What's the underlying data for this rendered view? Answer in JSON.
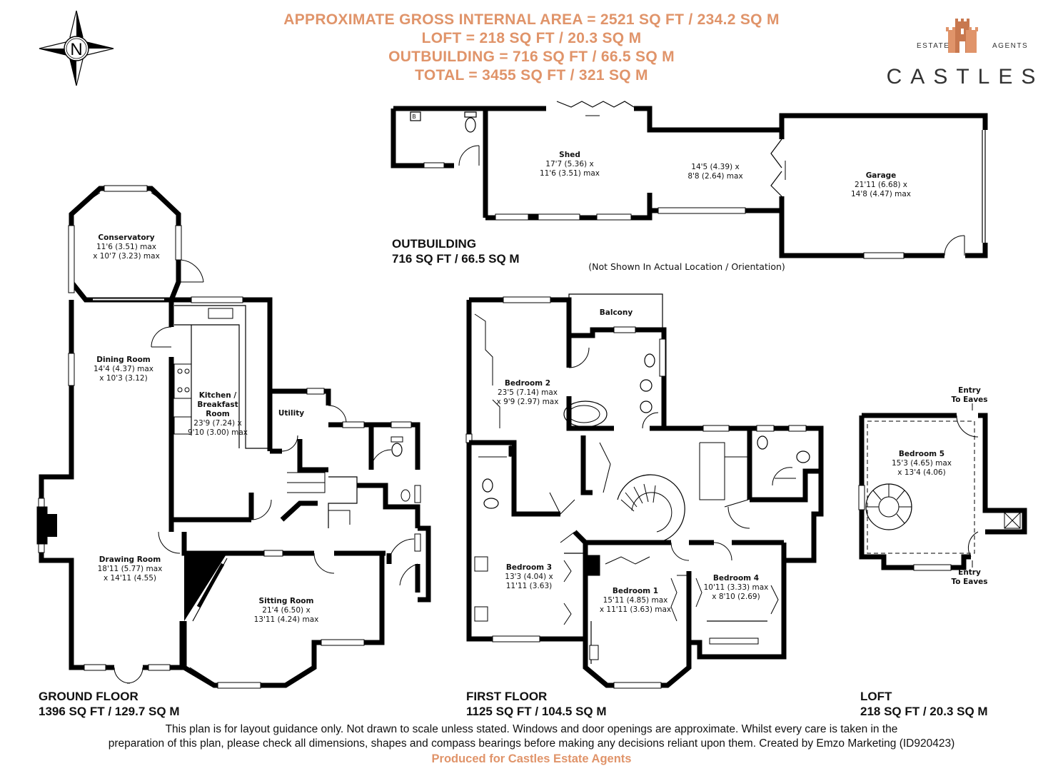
{
  "header": {
    "line1": "APPROXIMATE GROSS INTERNAL AREA = 2521 SQ FT / 234.2 SQ M",
    "line2": "LOFT = 218 SQ FT / 20.3 SQ M",
    "line3": "OUTBUILDING  = 716 SQ FT / 66.5 SQ M",
    "line4": "TOTAL  = 3455 SQ FT / 321 SQ M"
  },
  "compass": {
    "letter": "N"
  },
  "logo": {
    "top_left": "ESTATE",
    "top_right": "AGENTS",
    "name": "CASTLES"
  },
  "colors": {
    "accent": "#e0946a",
    "wall": "#000000"
  },
  "rooms": {
    "conservatory": {
      "name": "Conservatory",
      "dim1": "11'6 (3.51) max",
      "dim2": "x 10'7 (3.23) max"
    },
    "dining": {
      "name": "Dining Room",
      "dim1": "14'4 (4.37) max",
      "dim2": "x 10'3 (3.12)"
    },
    "kitchen": {
      "name1": "Kitchen /",
      "name2": "Breakfast",
      "name3": "Room",
      "dim1": "23'9 (7.24) x",
      "dim2": "9'10 (3.00) max"
    },
    "utility": {
      "name": "Utility"
    },
    "drawing": {
      "name": "Drawing Room",
      "dim1": "18'11 (5.77) max",
      "dim2": "x 14'11 (4.55)"
    },
    "sitting": {
      "name": "Sitting Room",
      "dim1": "21'4 (6.50) x",
      "dim2": "13'11 (4.24) max"
    },
    "shed": {
      "name": "Shed",
      "dim1": "17'7 (5.36) x",
      "dim2": "11'6 (3.51) max"
    },
    "outroom": {
      "dim1": "14'5 (4.39) x",
      "dim2": "8'8 (2.64) max"
    },
    "garage": {
      "name": "Garage",
      "dim1": "21'11 (6.68) x",
      "dim2": "14'8 (4.47) max"
    },
    "balcony": {
      "name": "Balcony"
    },
    "bed2": {
      "name": "Bedroom 2",
      "dim1": "23'5 (7.14) max",
      "dim2": "x 9'9 (2.97) max"
    },
    "bed3": {
      "name": "Bedroom 3",
      "dim1": "13'3 (4.04) x",
      "dim2": "11'11 (3.63)"
    },
    "bed1": {
      "name": "Bedroom 1",
      "dim1": "15'11 (4.85) max",
      "dim2": "x 11'11 (3.63) max"
    },
    "bed4": {
      "name": "Bedroom 4",
      "dim1": "10'11 (3.33) max",
      "dim2": "x 8'10 (2.69)"
    },
    "bed5": {
      "name": "Bedroom 5",
      "dim1": "15'3 (4.65) max",
      "dim2": "x 13'4 (4.06)"
    }
  },
  "symbols": {
    "boiler": "B"
  },
  "eaves": {
    "top1": "Entry",
    "top2": "To Eaves",
    "bottom1": "Entry",
    "bottom2": "To Eaves"
  },
  "notes": {
    "orientation": "(Not Shown In Actual Location / Orientation)"
  },
  "floors": {
    "outbuilding": {
      "name": "OUTBUILDING",
      "area": "716 SQ FT / 66.5 SQ M"
    },
    "ground": {
      "name": "GROUND FLOOR",
      "area": "1396 SQ FT / 129.7 SQ M"
    },
    "first": {
      "name": "FIRST FLOOR",
      "area": "1125 SQ FT / 104.5 SQ M"
    },
    "loft": {
      "name": "LOFT",
      "area": "218 SQ FT / 20.3 SQ M"
    }
  },
  "disclaimer": {
    "line1": "This plan is for layout guidance only. Not drawn to scale unless stated. Windows and door openings are approximate. Whilst every care is taken in the",
    "line2": "preparation of this plan, please check all dimensions, shapes and compass bearings before making any decisions reliant upon them. Created by Emzo Marketing (ID920423)",
    "line3": "Produced for Castles Estate Agents"
  }
}
